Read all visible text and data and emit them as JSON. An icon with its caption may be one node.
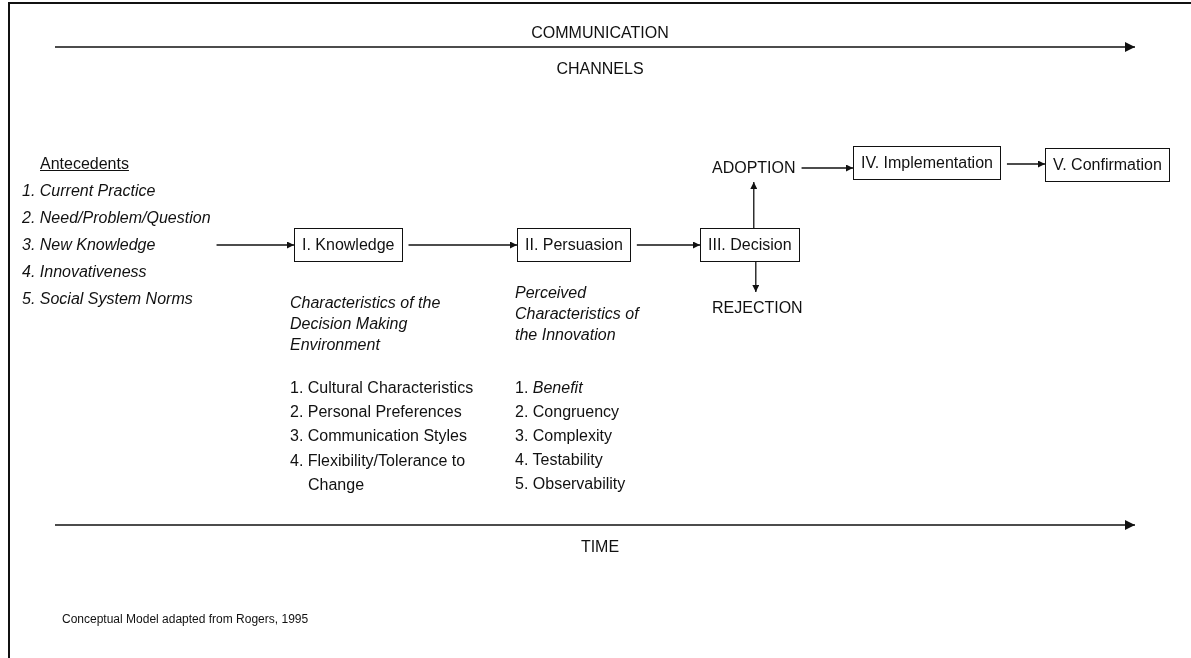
{
  "diagram": {
    "caption": "Conceptual Model adapted from Rogers, 1995",
    "nodes": [
      {
        "text": [
          "Antecedents",
          "1. Current Practice",
          "2. Need/Problem/Question",
          "3. New Knowledge",
          "4. Innovativeness",
          "5. Social System Norms"
        ]
      },
      {
        "text": [
          "I. Knowledge"
        ]
      },
      {
        "text": [
          "II. Persuasion"
        ]
      },
      {
        "text": [
          "III. Decision"
        ]
      },
      {
        "text": [
          "ADOPTION"
        ]
      },
      {
        "text": [
          "REJECTION"
        ]
      },
      {
        "text": [
          "IV. Implementation"
        ]
      },
      {
        "text": [
          "V. Confirmation"
        ]
      }
    ],
    "edges": [
      {
        "from": 0,
        "to": 1,
        "arrow": "to"
      },
      {
        "from": 1,
        "to": 2,
        "arrow": "to"
      },
      {
        "from": 2,
        "to": 3,
        "arrow": "to"
      },
      {
        "from": 3,
        "to": 4,
        "arrow": "to"
      },
      {
        "from": 3,
        "to": 5,
        "arrow": "to"
      },
      {
        "from": 4,
        "to": 6,
        "arrow": "to"
      },
      {
        "from": 6,
        "to": 7,
        "arrow": "to"
      }
    ],
    "labels": [
      "COMMUNICATION",
      "CHANNELS",
      "Characteristics of the Decision Making Environment",
      "Perceived Characteristics of the Innovation",
      "1. Cultural Characteristics",
      "2. Personal Preferences",
      "3. Communication Styles",
      "4. Flexibility/Tolerance to Change",
      "1. *Benefit*",
      "2. Congruency",
      "3. Complexity",
      "4. Testability",
      "5. Observability",
      "TIME"
    ]
  }
}
